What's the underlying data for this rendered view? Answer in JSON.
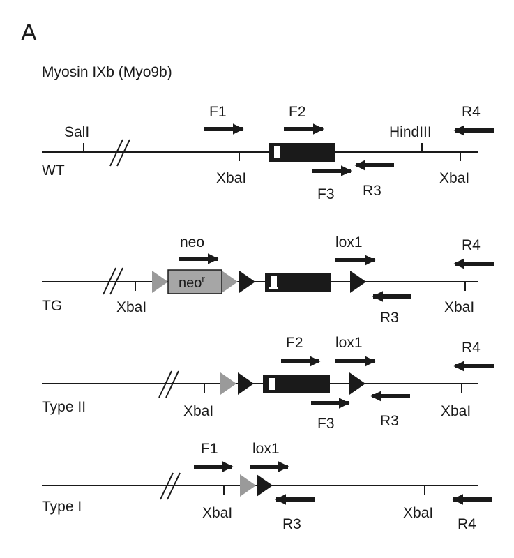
{
  "figure": {
    "panel_label": "A",
    "gene_title": "Myosin IXb (Myo9b)"
  },
  "colors": {
    "ink": "#1a1a1a",
    "grey": "#9a9a9a",
    "neo_fill": "#a6a6a6",
    "white": "#ffffff"
  },
  "alleles": [
    {
      "label": "WT",
      "sites": [
        {
          "name": "SalI"
        },
        {
          "name": "XbaI"
        },
        {
          "name": "HindIII"
        },
        {
          "name": "XbaI"
        }
      ],
      "primers": [
        {
          "name": "F1",
          "direction": "forward"
        },
        {
          "name": "F2",
          "direction": "forward"
        },
        {
          "name": "F3",
          "direction": "forward"
        },
        {
          "name": "R3",
          "direction": "reverse"
        },
        {
          "name": "R4",
          "direction": "reverse"
        }
      ],
      "elements": [
        "exon"
      ]
    },
    {
      "label": "TG",
      "sites": [
        {
          "name": "XbaI"
        },
        {
          "name": "XbaI"
        }
      ],
      "primers": [
        {
          "name": "neo",
          "direction": "forward"
        },
        {
          "name": "lox1",
          "direction": "forward"
        },
        {
          "name": "R3",
          "direction": "reverse"
        },
        {
          "name": "R4",
          "direction": "reverse"
        }
      ],
      "elements": [
        "frt-site",
        "neo-cassette",
        "frt-site",
        "loxp-site",
        "exon",
        "loxp-site"
      ],
      "neo_cassette_label": "neo",
      "neo_cassette_superscript": "r"
    },
    {
      "label": "Type II",
      "sites": [
        {
          "name": "XbaI"
        },
        {
          "name": "XbaI"
        }
      ],
      "primers": [
        {
          "name": "F2",
          "direction": "forward"
        },
        {
          "name": "lox1",
          "direction": "forward"
        },
        {
          "name": "F3",
          "direction": "forward"
        },
        {
          "name": "R3",
          "direction": "reverse"
        },
        {
          "name": "R4",
          "direction": "reverse"
        }
      ],
      "elements": [
        "frt-site",
        "loxp-site",
        "exon",
        "loxp-site"
      ]
    },
    {
      "label": "Type I",
      "sites": [
        {
          "name": "XbaI"
        },
        {
          "name": "XbaI"
        }
      ],
      "primers": [
        {
          "name": "F1",
          "direction": "forward"
        },
        {
          "name": "lox1",
          "direction": "forward"
        },
        {
          "name": "R3",
          "direction": "reverse"
        },
        {
          "name": "R4",
          "direction": "reverse"
        }
      ],
      "elements": [
        "frt-site",
        "loxp-site"
      ]
    }
  ]
}
